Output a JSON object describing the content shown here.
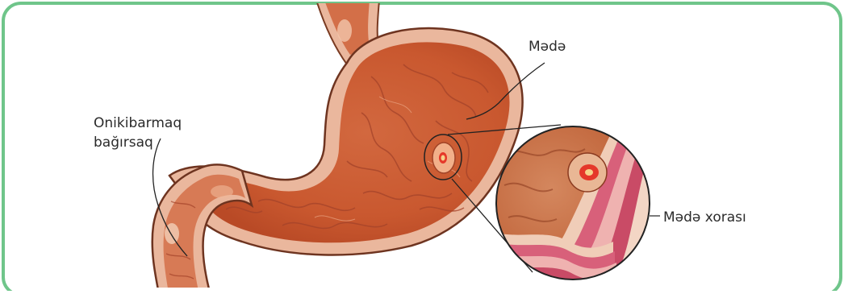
{
  "labels": {
    "stomach": "Mədə",
    "duodenum_line1": "Onikibarmaq",
    "duodenum_line2": "bağırsaq",
    "ulcer": "Mədə xorası"
  },
  "colors": {
    "frame_border": "#6fc58a",
    "tissue_outer": "#eab79d",
    "tissue_mid": "#d9795a",
    "tissue_inner": "#c25634",
    "mucosa_fold": "#a4432a",
    "ulcer_red": "#e5382a",
    "ulcer_yellow": "#f6d28a",
    "wall_pink": "#d8607a",
    "leader_line": "#222222"
  }
}
